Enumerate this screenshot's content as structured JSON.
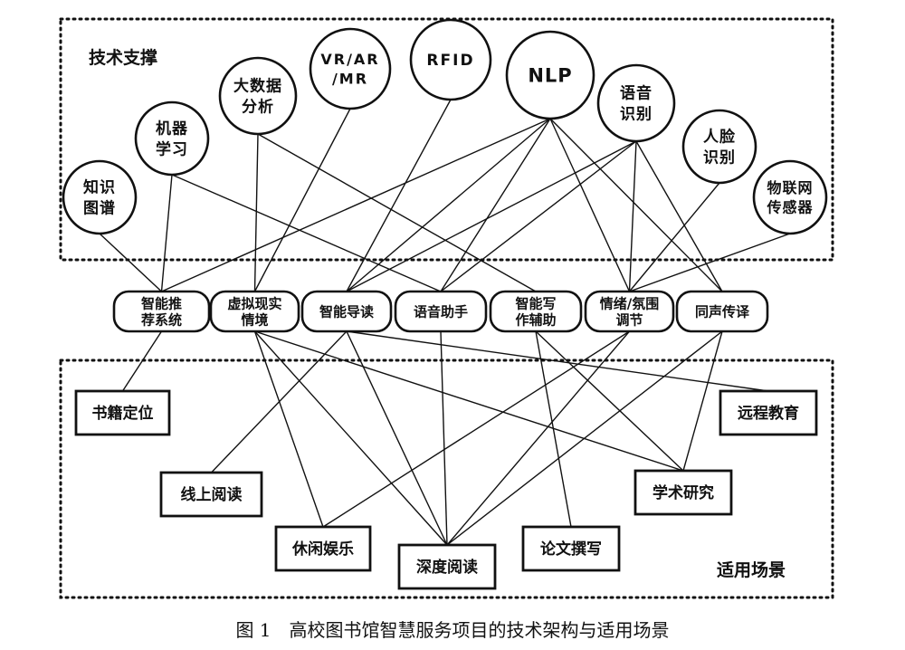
{
  "tech_region": {
    "title": "技术支撑"
  },
  "scene_region": {
    "title": "适用场景"
  },
  "technologies": [
    {
      "id": "kg",
      "lines": [
        "知识",
        "图谱"
      ]
    },
    {
      "id": "ml",
      "lines": [
        "机器",
        "学习"
      ]
    },
    {
      "id": "bd",
      "lines": [
        "大数据",
        "分析"
      ]
    },
    {
      "id": "vr",
      "lines": [
        "VR/AR",
        "/MR"
      ]
    },
    {
      "id": "rfid",
      "lines": [
        "RFID"
      ]
    },
    {
      "id": "nlp",
      "lines": [
        "NLP"
      ]
    },
    {
      "id": "sr",
      "lines": [
        "语音",
        "识别"
      ]
    },
    {
      "id": "fr",
      "lines": [
        "人脸",
        "识别"
      ]
    },
    {
      "id": "iot",
      "lines": [
        "物联网",
        "传感器"
      ]
    }
  ],
  "services": [
    {
      "id": "rec",
      "lines": [
        "智能推",
        "荐系统"
      ]
    },
    {
      "id": "vrs",
      "lines": [
        "虚拟现实",
        "情境"
      ]
    },
    {
      "id": "guide",
      "lines": [
        "智能导读"
      ]
    },
    {
      "id": "voice",
      "lines": [
        "语音助手"
      ]
    },
    {
      "id": "write",
      "lines": [
        "智能写",
        "作辅助"
      ]
    },
    {
      "id": "mood",
      "lines": [
        "情绪/氛围",
        "调节"
      ]
    },
    {
      "id": "trans",
      "lines": [
        "同声传译"
      ]
    }
  ],
  "scenarios": [
    {
      "id": "locate",
      "label": "书籍定位"
    },
    {
      "id": "online",
      "label": "线上阅读"
    },
    {
      "id": "leisure",
      "label": "休闲娱乐"
    },
    {
      "id": "deep",
      "label": "深度阅读"
    },
    {
      "id": "paper",
      "label": "论文撰写"
    },
    {
      "id": "academic",
      "label": "学术研究"
    },
    {
      "id": "remote",
      "label": "远程教育"
    }
  ],
  "tech_links": [
    [
      "kg",
      "rec"
    ],
    [
      "ml",
      "rec"
    ],
    [
      "ml",
      "voice"
    ],
    [
      "bd",
      "vrs"
    ],
    [
      "bd",
      "write"
    ],
    [
      "vr",
      "vrs"
    ],
    [
      "rfid",
      "guide"
    ],
    [
      "nlp",
      "rec"
    ],
    [
      "nlp",
      "guide"
    ],
    [
      "nlp",
      "voice"
    ],
    [
      "nlp",
      "mood"
    ],
    [
      "nlp",
      "trans"
    ],
    [
      "sr",
      "guide"
    ],
    [
      "sr",
      "voice"
    ],
    [
      "sr",
      "mood"
    ],
    [
      "sr",
      "trans"
    ],
    [
      "fr",
      "mood"
    ],
    [
      "iot",
      "mood"
    ]
  ],
  "scene_links": [
    [
      "rec",
      "locate"
    ],
    [
      "vrs",
      "leisure"
    ],
    [
      "vrs",
      "deep"
    ],
    [
      "vrs",
      "academic"
    ],
    [
      "guide",
      "online"
    ],
    [
      "guide",
      "deep"
    ],
    [
      "guide",
      "remote"
    ],
    [
      "voice",
      "deep"
    ],
    [
      "write",
      "paper"
    ],
    [
      "write",
      "academic"
    ],
    [
      "mood",
      "leisure"
    ],
    [
      "mood",
      "deep"
    ],
    [
      "trans",
      "deep"
    ],
    [
      "trans",
      "academic"
    ]
  ],
  "caption": "图 1　高校图书馆智慧服务项目的技术架构与适用场景"
}
